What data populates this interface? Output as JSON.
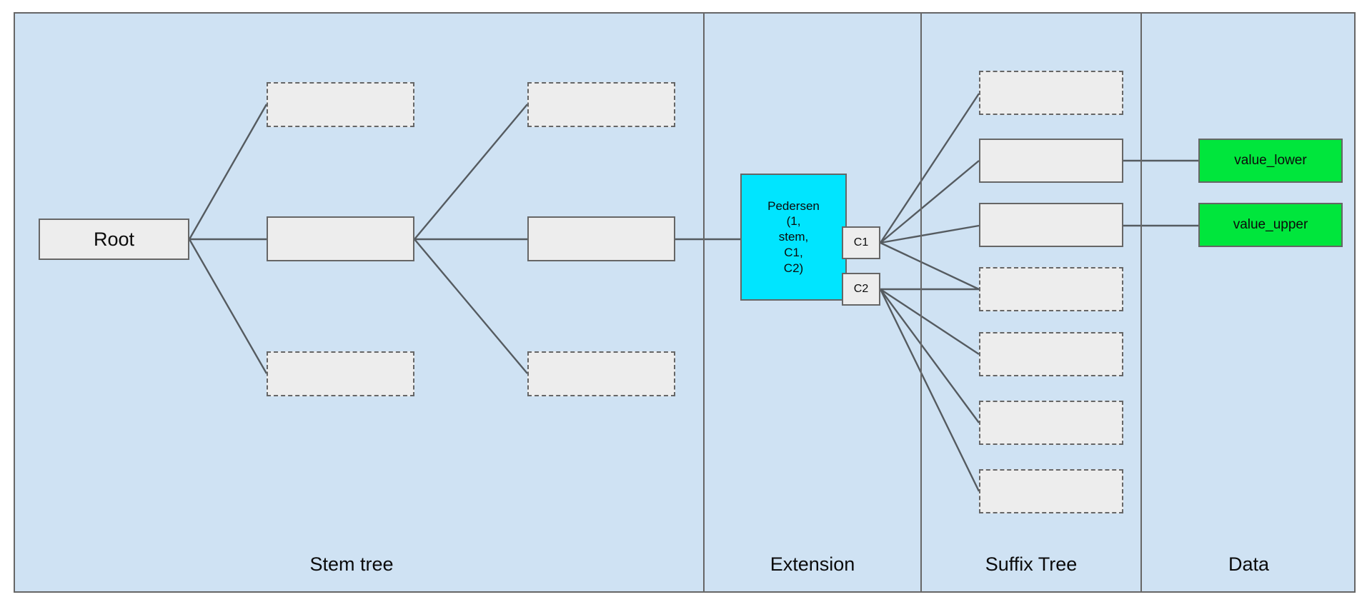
{
  "diagram": {
    "title": "Verkle-style stem tree with Pedersen extension, suffix tree and data leaves",
    "background_color": "#cfe2f3",
    "border_color": "#666666",
    "node_fill": "#ededed",
    "accent_cyan": "#00e5ff",
    "accent_green": "#00e63c"
  },
  "sections": [
    {
      "id": "stem-tree",
      "label": "Stem tree"
    },
    {
      "id": "extension",
      "label": "Extension"
    },
    {
      "id": "suffix-tree",
      "label": "Suffix Tree"
    },
    {
      "id": "data",
      "label": "Data"
    }
  ],
  "stem_tree": {
    "root": {
      "label": "Root",
      "style": "solid"
    },
    "level1": [
      {
        "label": "",
        "style": "dashed"
      },
      {
        "label": "",
        "style": "solid"
      },
      {
        "label": "",
        "style": "dashed"
      }
    ],
    "level2": [
      {
        "label": "",
        "style": "dashed"
      },
      {
        "label": "",
        "style": "solid"
      },
      {
        "label": "",
        "style": "dashed"
      }
    ]
  },
  "extension": {
    "pedersen": {
      "label": "Pedersen\n(1,\nstem,\nC1,\nC2)",
      "style": "solid",
      "fill": "#00e5ff"
    },
    "commitments": [
      {
        "label": "C1",
        "style": "solid"
      },
      {
        "label": "C2",
        "style": "solid"
      }
    ]
  },
  "suffix_tree": {
    "nodes": [
      {
        "index": 0,
        "label": "",
        "style": "dashed",
        "parent": "C1"
      },
      {
        "index": 1,
        "label": "",
        "style": "solid",
        "parent": "C1"
      },
      {
        "index": 2,
        "label": "",
        "style": "solid",
        "parent": "C1"
      },
      {
        "index": 3,
        "label": "",
        "style": "dashed",
        "parent": "C1"
      },
      {
        "index": 4,
        "label": "",
        "style": "dashed",
        "parent": "C2"
      },
      {
        "index": 5,
        "label": "",
        "style": "dashed",
        "parent": "C2"
      },
      {
        "index": 6,
        "label": "",
        "style": "dashed",
        "parent": "C2"
      }
    ]
  },
  "data": {
    "leaves": [
      {
        "label": "value_lower",
        "style": "solid",
        "fill": "#00e63c"
      },
      {
        "label": "value_upper",
        "style": "solid",
        "fill": "#00e63c"
      }
    ]
  }
}
